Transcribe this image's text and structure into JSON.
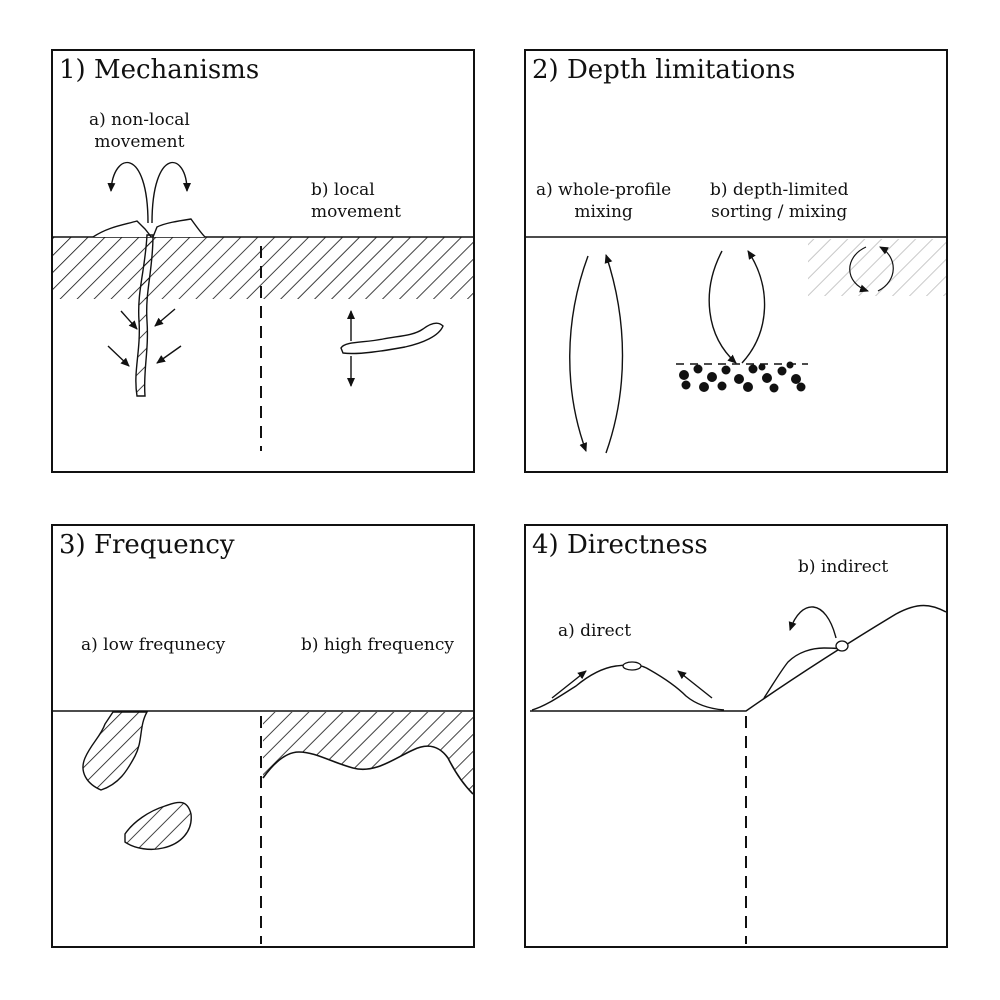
{
  "panels": [
    {
      "title": "1) Mechanisms",
      "labels": {
        "a": "a) non-local\nmovement",
        "b": "b) local\nmovement"
      }
    },
    {
      "title": "2) Depth limitations",
      "labels": {
        "a": "a) whole-profile\nmixing",
        "b": "b) depth-limited\nsorting / mixing"
      }
    },
    {
      "title": "3) Frequency",
      "labels": {
        "a": "a) low frequnecy",
        "b": "b) high frequency"
      }
    },
    {
      "title": "4) Directness",
      "labels": {
        "a": "a) direct",
        "b": "b) indirect"
      }
    }
  ],
  "colors": {
    "ink": "#111111",
    "faint_hatch": "#bbbbbb",
    "background": "#ffffff"
  }
}
